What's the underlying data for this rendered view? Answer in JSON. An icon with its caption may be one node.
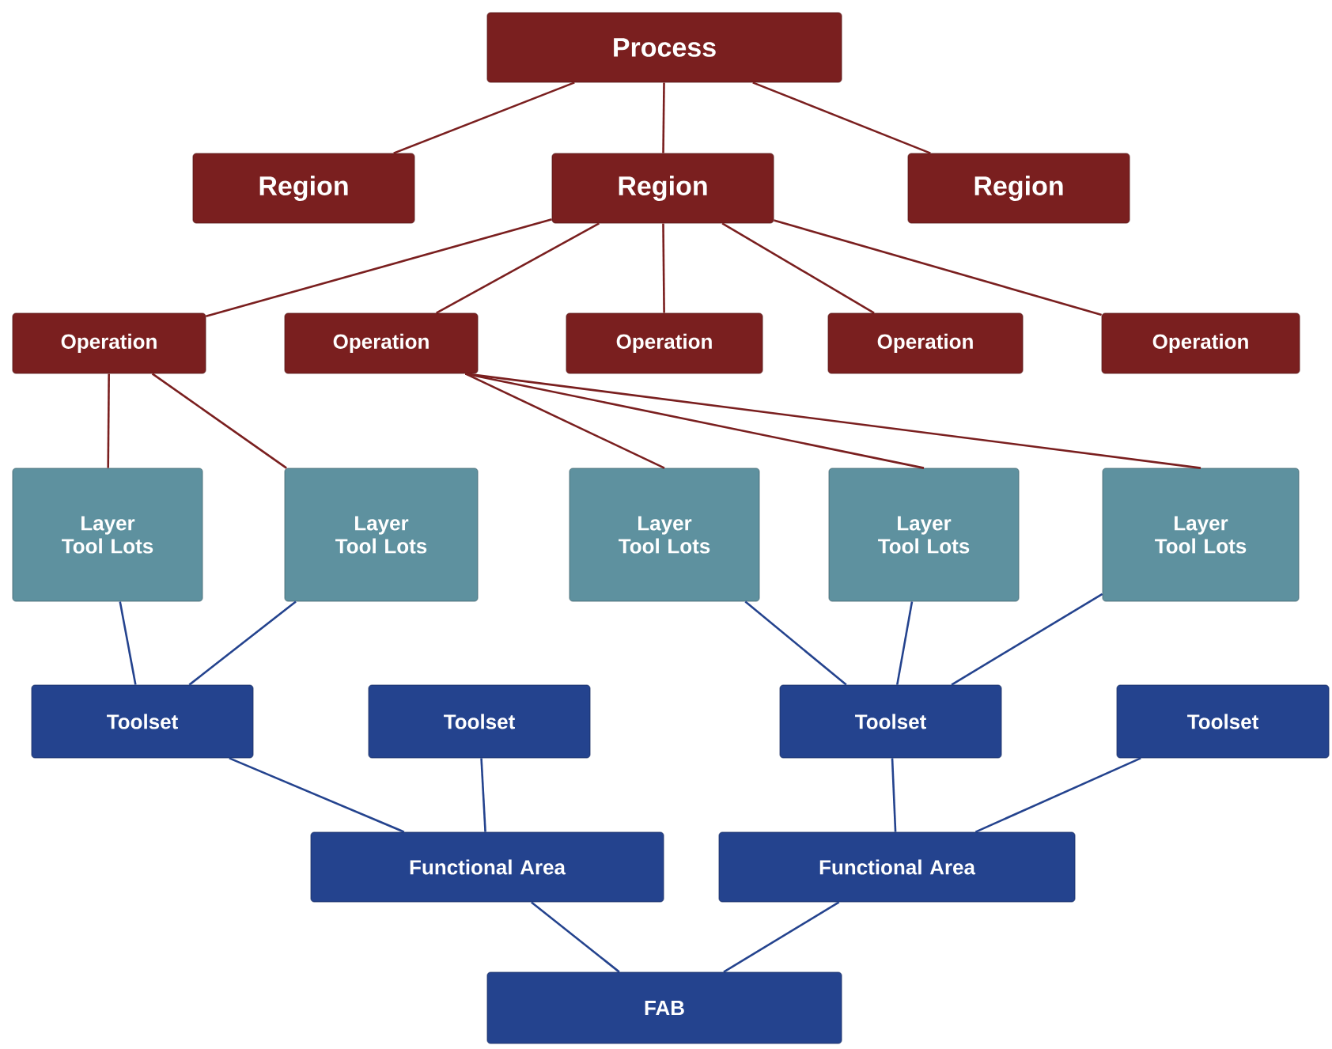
{
  "diagram": {
    "nodes": [
      {
        "text": [
          "Process"
        ]
      },
      {
        "text": [
          "Region"
        ]
      },
      {
        "text": [
          "Region"
        ]
      },
      {
        "text": [
          "Region"
        ]
      },
      {
        "text": [
          "Operation"
        ]
      },
      {
        "text": [
          "Operation"
        ]
      },
      {
        "text": [
          "Operation"
        ]
      },
      {
        "text": [
          "Operation"
        ]
      },
      {
        "text": [
          "Operation"
        ]
      },
      {
        "text": [
          "Layer Tool Lots"
        ]
      },
      {
        "text": [
          "Layer Tool Lots"
        ]
      },
      {
        "text": [
          "Layer Tool Lots"
        ]
      },
      {
        "text": [
          "Layer Tool Lots"
        ]
      },
      {
        "text": [
          "Layer Tool Lots"
        ]
      },
      {
        "text": [
          "Toolset"
        ]
      },
      {
        "text": [
          "Toolset"
        ]
      },
      {
        "text": [
          "Toolset"
        ]
      },
      {
        "text": [
          "Toolset"
        ]
      },
      {
        "text": [
          "Functional Area"
        ]
      },
      {
        "text": [
          "Functional Area"
        ]
      },
      {
        "text": [
          "FAB"
        ]
      }
    ],
    "edges": [
      {
        "from": 0,
        "to": 1,
        "arrow": "none"
      },
      {
        "from": 0,
        "to": 2,
        "arrow": "none"
      },
      {
        "from": 0,
        "to": 3,
        "arrow": "none"
      },
      {
        "from": 2,
        "to": 4,
        "arrow": "none"
      },
      {
        "from": 2,
        "to": 5,
        "arrow": "none"
      },
      {
        "from": 2,
        "to": 6,
        "arrow": "none"
      },
      {
        "from": 2,
        "to": 7,
        "arrow": "none"
      },
      {
        "from": 2,
        "to": 8,
        "arrow": "none"
      },
      {
        "from": 4,
        "to": 9,
        "arrow": "none"
      },
      {
        "from": 4,
        "to": 10,
        "arrow": "none"
      },
      {
        "from": 5,
        "to": 11,
        "arrow": "none"
      },
      {
        "from": 5,
        "to": 12,
        "arrow": "none"
      },
      {
        "from": 5,
        "to": 13,
        "arrow": "none"
      },
      {
        "from": 9,
        "to": 14,
        "arrow": "none",
        "color": "#24438e"
      },
      {
        "from": 10,
        "to": 14,
        "arrow": "none",
        "color": "#24438e"
      },
      {
        "from": 11,
        "to": 16,
        "arrow": "none",
        "color": "#24438e"
      },
      {
        "from": 12,
        "to": 16,
        "arrow": "none",
        "color": "#24438e"
      },
      {
        "from": 13,
        "to": 16,
        "arrow": "none",
        "color": "#24438e"
      },
      {
        "from": 14,
        "to": 18,
        "arrow": "none",
        "color": "#24438e"
      },
      {
        "from": 15,
        "to": 18,
        "arrow": "none",
        "color": "#24438e"
      },
      {
        "from": 16,
        "to": 19,
        "arrow": "none",
        "color": "#24438e"
      },
      {
        "from": 17,
        "to": 19,
        "arrow": "none",
        "color": "#24438e"
      },
      {
        "from": 18,
        "to": 20,
        "arrow": "none",
        "color": "#24438e"
      },
      {
        "from": 19,
        "to": 20,
        "arrow": "none",
        "color": "#24438e"
      }
    ]
  }
}
